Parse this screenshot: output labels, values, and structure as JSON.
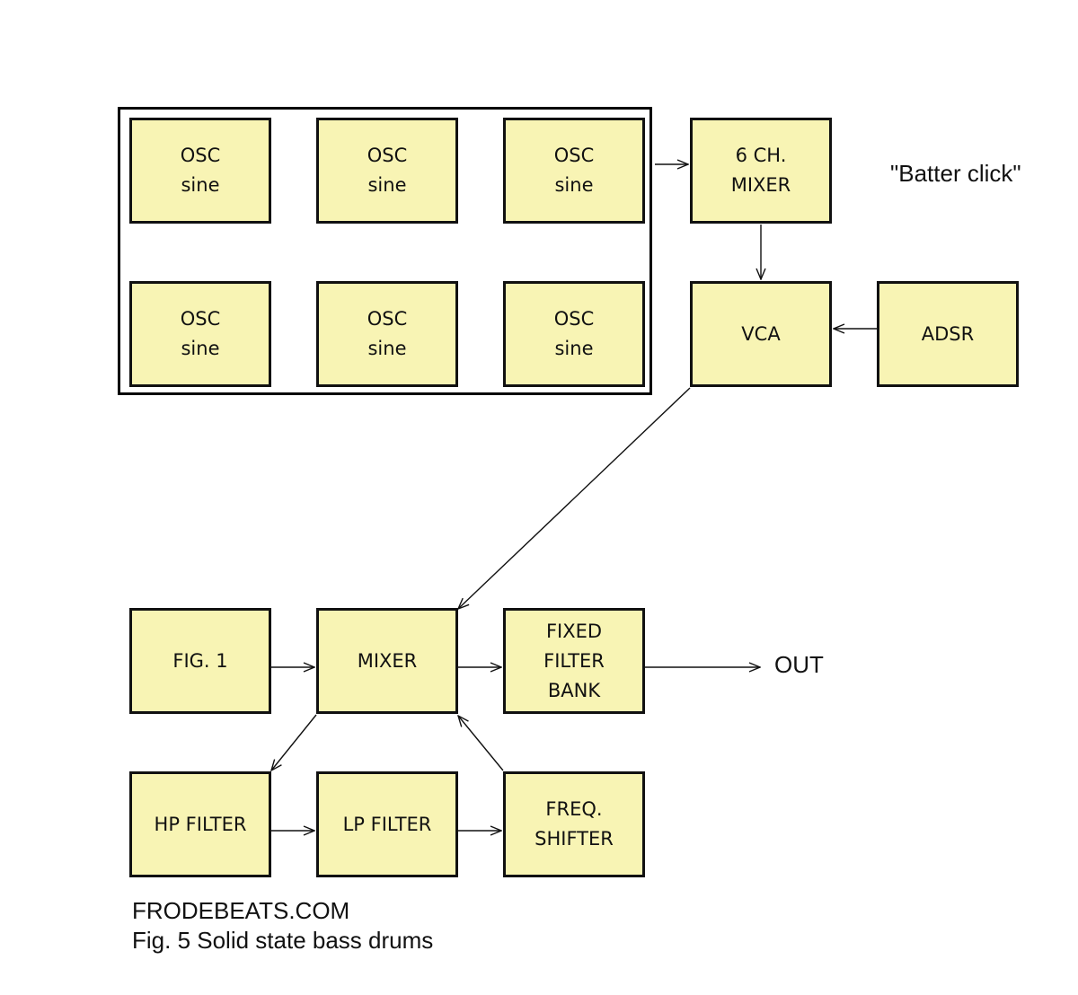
{
  "colors": {
    "block_fill": "#f8f4b4",
    "stroke": "#111111"
  },
  "blocks": {
    "osc1": "OSC\nsine",
    "osc2": "OSC\nsine",
    "osc3": "OSC\nsine",
    "osc4": "OSC\nsine",
    "osc5": "OSC\nsine",
    "osc6": "OSC\nsine",
    "mixer6": "6 CH.\nMIXER",
    "vca": "VCA",
    "adsr": "ADSR",
    "fig1": "FIG. 1",
    "mixer": "MIXER",
    "fixed_filter_bank": "FIXED\nFILTER\nBANK",
    "hp_filter": "HP FILTER",
    "lp_filter": "LP FILTER",
    "freq_shifter": "FREQ.\nSHIFTER"
  },
  "labels": {
    "batter_click": "\"Batter click\"",
    "out": "OUT"
  },
  "credit": {
    "site": "FRODEBEATS.COM",
    "caption": "Fig. 5  Solid state bass drums"
  }
}
